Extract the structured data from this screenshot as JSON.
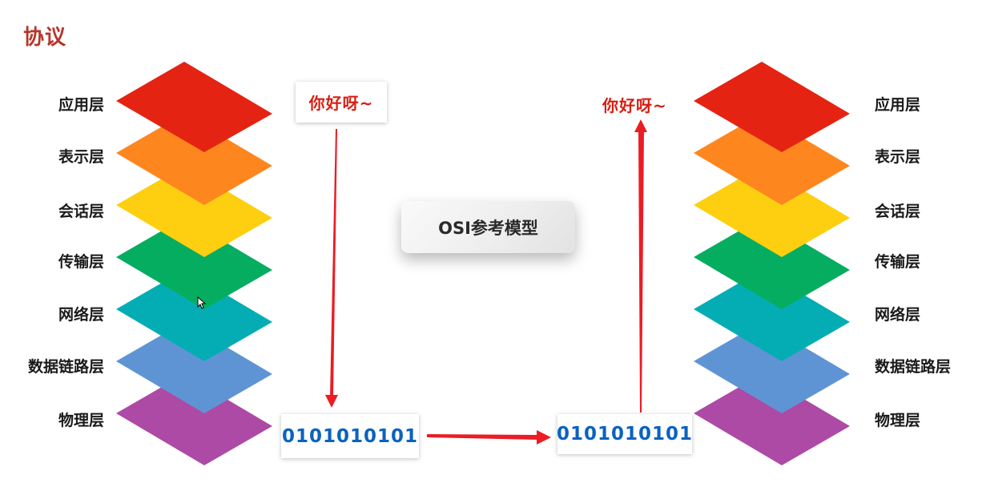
{
  "title": "协议",
  "center_label": "OSI参考模型",
  "layers": [
    {
      "name": "应用层",
      "color": "#e52313"
    },
    {
      "name": "表示层",
      "color": "#fe861e"
    },
    {
      "name": "会话层",
      "color": "#fecf10"
    },
    {
      "name": "传输层",
      "color": "#05ad60"
    },
    {
      "name": "网络层",
      "color": "#04adb4"
    },
    {
      "name": "数据链路层",
      "color": "#5e94d4"
    },
    {
      "name": "物理层",
      "color": "#ad4aa5"
    }
  ],
  "sender": {
    "message": "你好呀~",
    "bits": "0101010101"
  },
  "receiver": {
    "message": "你好呀~",
    "bits": "0101010101"
  },
  "colors": {
    "title": "#b5362a",
    "message": "#d81e12",
    "bits": "#0b62c0",
    "arrow": "#ec1c24"
  }
}
